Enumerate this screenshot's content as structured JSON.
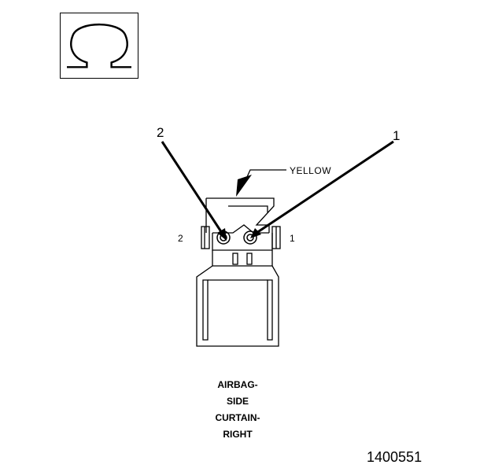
{
  "symbol": {
    "icon": "ohm-icon",
    "glyph": "Ω"
  },
  "connector": {
    "color_label": "YELLOW",
    "callout_left": "2",
    "callout_right": "1",
    "pin_left": "2",
    "pin_right": "1"
  },
  "caption": {
    "line1": "AIRBAG-",
    "line2": "SIDE",
    "line3": "CURTAIN-",
    "line4": "RIGHT"
  },
  "figure_number": "1400551"
}
